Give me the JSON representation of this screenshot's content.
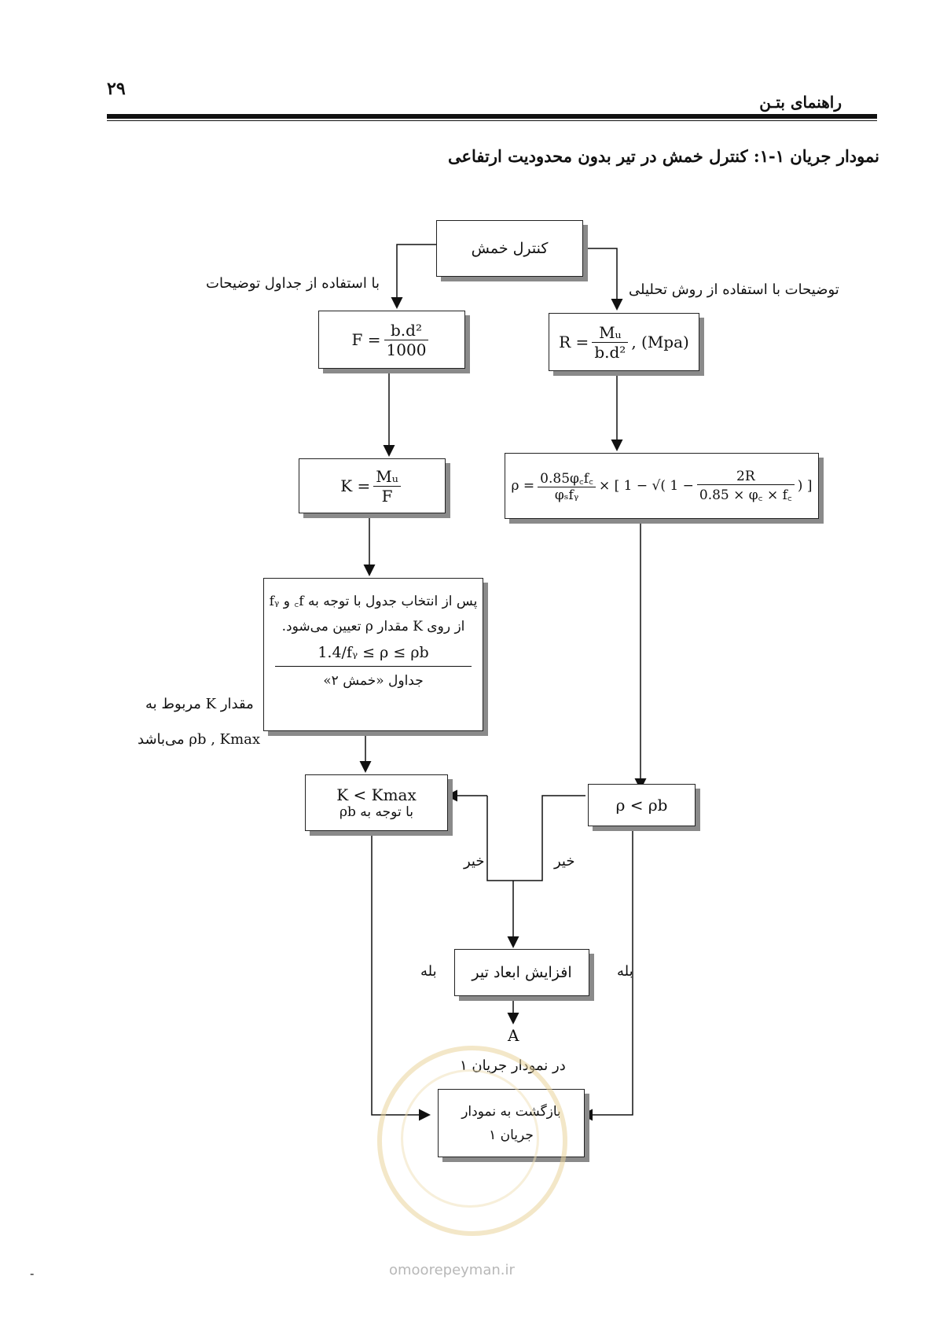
{
  "header": {
    "page_number": "۲۹",
    "book_title": "راهنمای بتـن"
  },
  "caption": "نمودار جریان ۱-۱: کنترل خمش در تیر بدون محدودیت ارتفاعی",
  "flowchart": {
    "start": "کنترل خمش",
    "left_note": "با استفاده از جداول   توضیحات",
    "right_note": "توضیحات  با استفاده از روش تحلیلی",
    "box_F": {
      "lhs": "F =",
      "num": "b.d²",
      "den": "1000"
    },
    "box_R": {
      "lhs": "R =",
      "num": "Mᵤ",
      "den": "b.d²",
      "tail": ", (Mpa)"
    },
    "box_K": {
      "lhs": "K =",
      "num": "Mᵤ",
      "den": "F"
    },
    "box_rho": {
      "lhs": "ρ =",
      "num": "0.85φ꜀f꜀",
      "den": "φₛfᵧ",
      "mid": "× [ 1 − √( 1 −",
      "num2": "2R",
      "den2": "0.85 × φ꜀ × f꜀",
      "tail": ") ]"
    },
    "table_box": {
      "line1": "پس از انتخاب جدول با توجه به f꜀ و fᵧ",
      "line2": "از روی K مقدار ρ تعیین می‌شود.",
      "line3": "1.4/fᵧ  ≤ ρ ≤ ρb",
      "line4": "جداول «خمش ۲»"
    },
    "side_note_1": "مقدار K مربوط به",
    "side_note_2": "ρb , Kmax می‌باشد",
    "box_Kmax": {
      "line1": "K < Kmax",
      "line2": "با توجه به ρb"
    },
    "box_rhob": "ρ < ρb",
    "no_left": "خیر",
    "no_right": "خیر",
    "yes_left": "بله",
    "yes_right": "بله",
    "increase": "افزایش ابعاد تیر",
    "connector": "A",
    "connector_note": "در نمودار جریان ۱",
    "return_box": {
      "line1": "بازگشت به نمودار",
      "line2": "جریان ۱"
    }
  },
  "footer": {
    "site": "omoorepeyman.ir",
    "dash": "-"
  }
}
